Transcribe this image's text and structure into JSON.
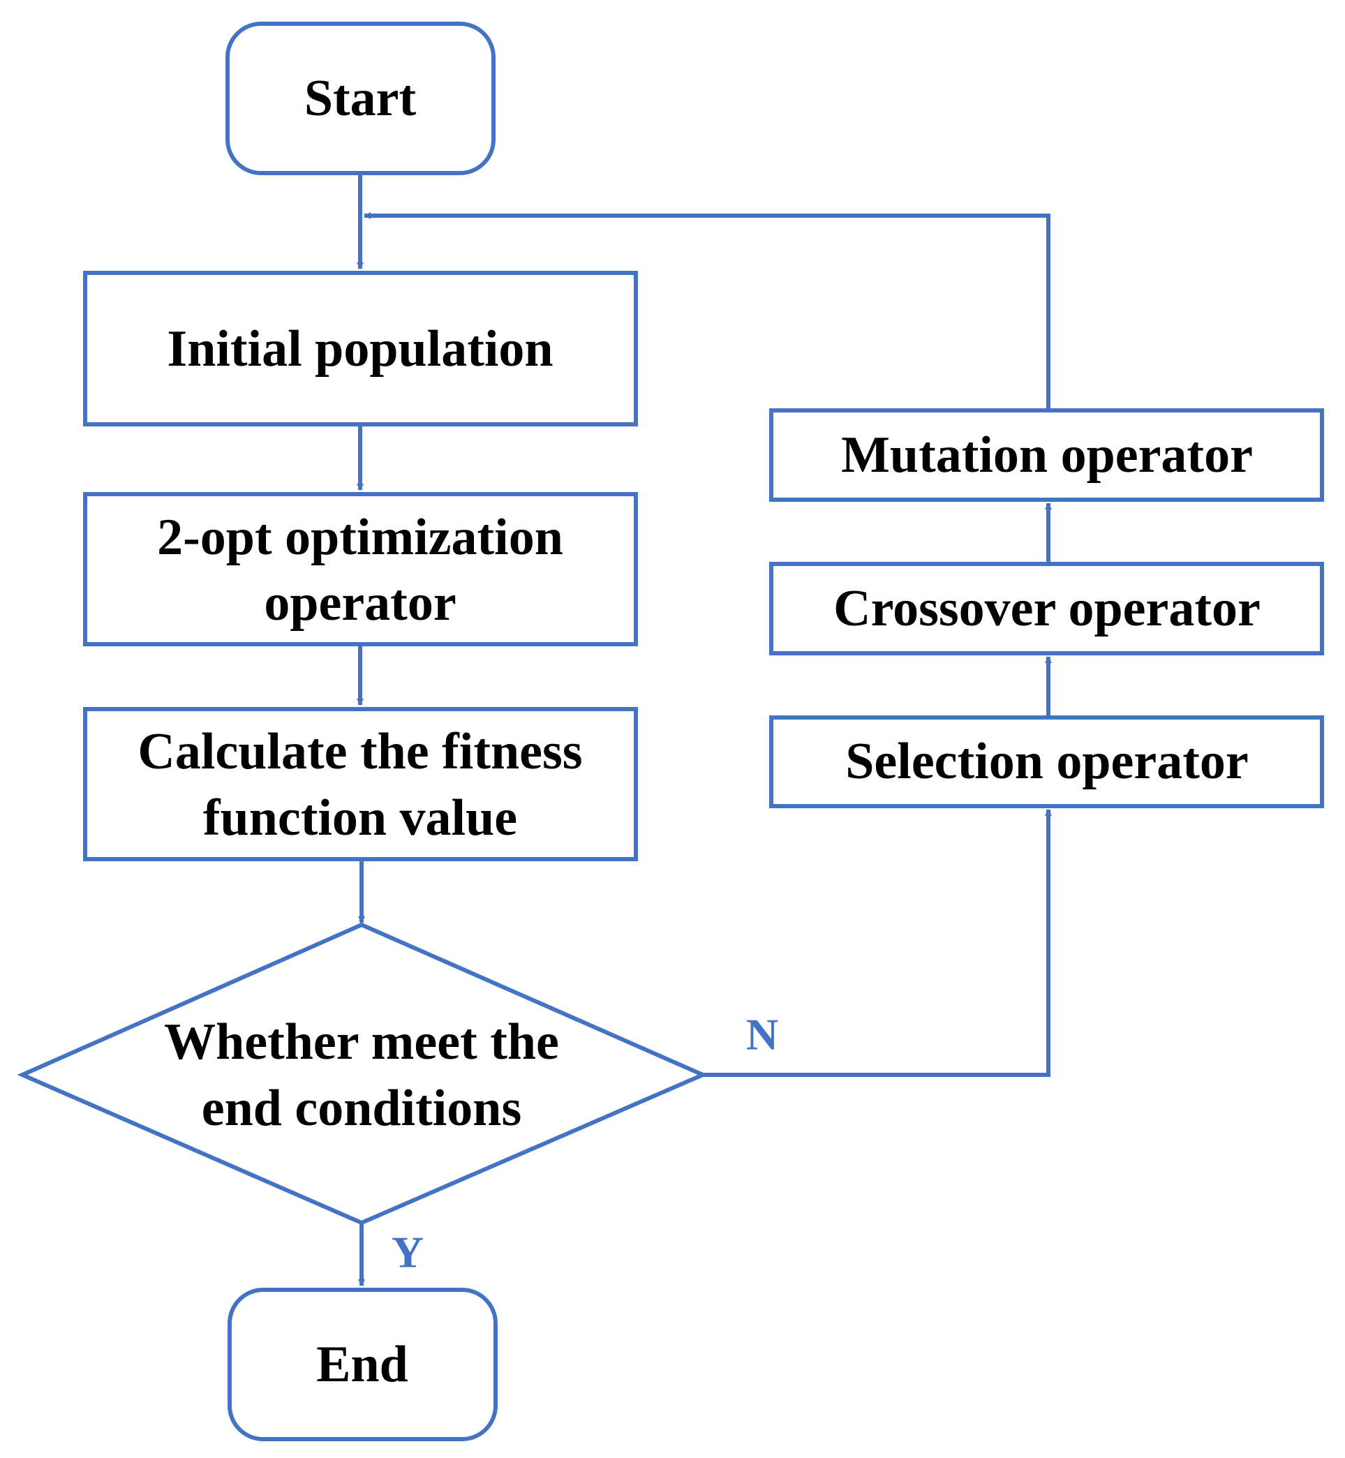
{
  "colors": {
    "stroke": "#4472C4",
    "text": "#000000",
    "branch_label": "#4472C4",
    "background": "#FFFFFF"
  },
  "nodes": {
    "start": {
      "label": "Start"
    },
    "initial_population": {
      "label": "Initial population"
    },
    "two_opt": {
      "line1": "2-opt optimization",
      "line2": "operator"
    },
    "fitness": {
      "line1": "Calculate the fitness",
      "line2": "function value"
    },
    "decision": {
      "line1": "Whether meet the",
      "line2": "end conditions"
    },
    "end": {
      "label": "End"
    },
    "selection": {
      "label": "Selection operator"
    },
    "crossover": {
      "label": "Crossover operator"
    },
    "mutation": {
      "label": "Mutation operator"
    }
  },
  "branches": {
    "no": "N",
    "yes": "Y"
  }
}
